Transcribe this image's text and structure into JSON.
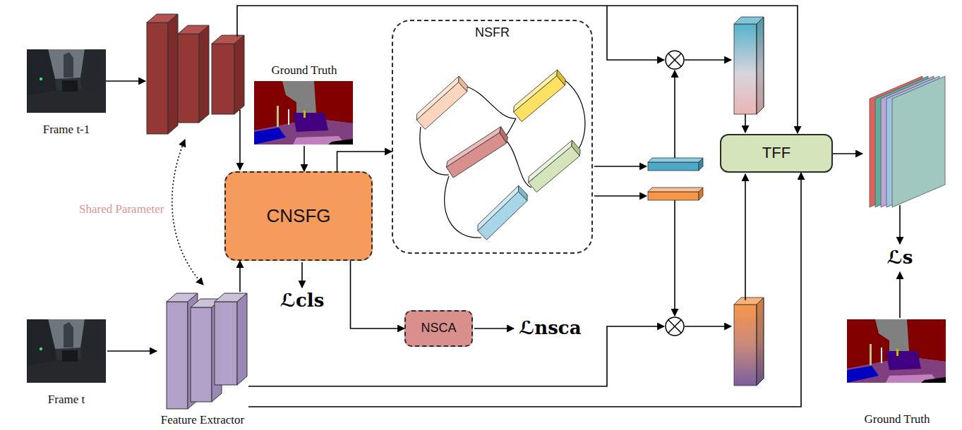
{
  "diagram": {
    "nodes": [
      {
        "text": [
          "Frame t-1"
        ]
      },
      {
        "text": [
          "Ground Truth"
        ]
      },
      {
        "text": [
          "CNSFG"
        ]
      },
      {
        "text": [
          "NSFR"
        ]
      },
      {
        "text": [
          "NSCA"
        ]
      },
      {
        "text": [
          "TFF"
        ]
      },
      {
        "text": [
          "Frame t"
        ]
      },
      {
        "text": [
          "Feature Extractor"
        ]
      },
      {
        "text": [
          "Ground Truth"
        ]
      }
    ],
    "edges": [
      {
        "from": 1,
        "to": 2,
        "arrow": "to"
      },
      {
        "from": 7,
        "to": 2,
        "arrow": "to"
      },
      {
        "from": 2,
        "to": 3,
        "arrow": "to"
      },
      {
        "from": 2,
        "to": 4,
        "arrow": "to"
      },
      {
        "from": 6,
        "to": 7,
        "arrow": "to"
      },
      {
        "from": 7,
        "to": 5,
        "arrow": "to"
      }
    ],
    "labels": [
      "Shared Parameter",
      "ℒcls",
      "ℒnsca",
      "ℒs"
    ]
  }
}
